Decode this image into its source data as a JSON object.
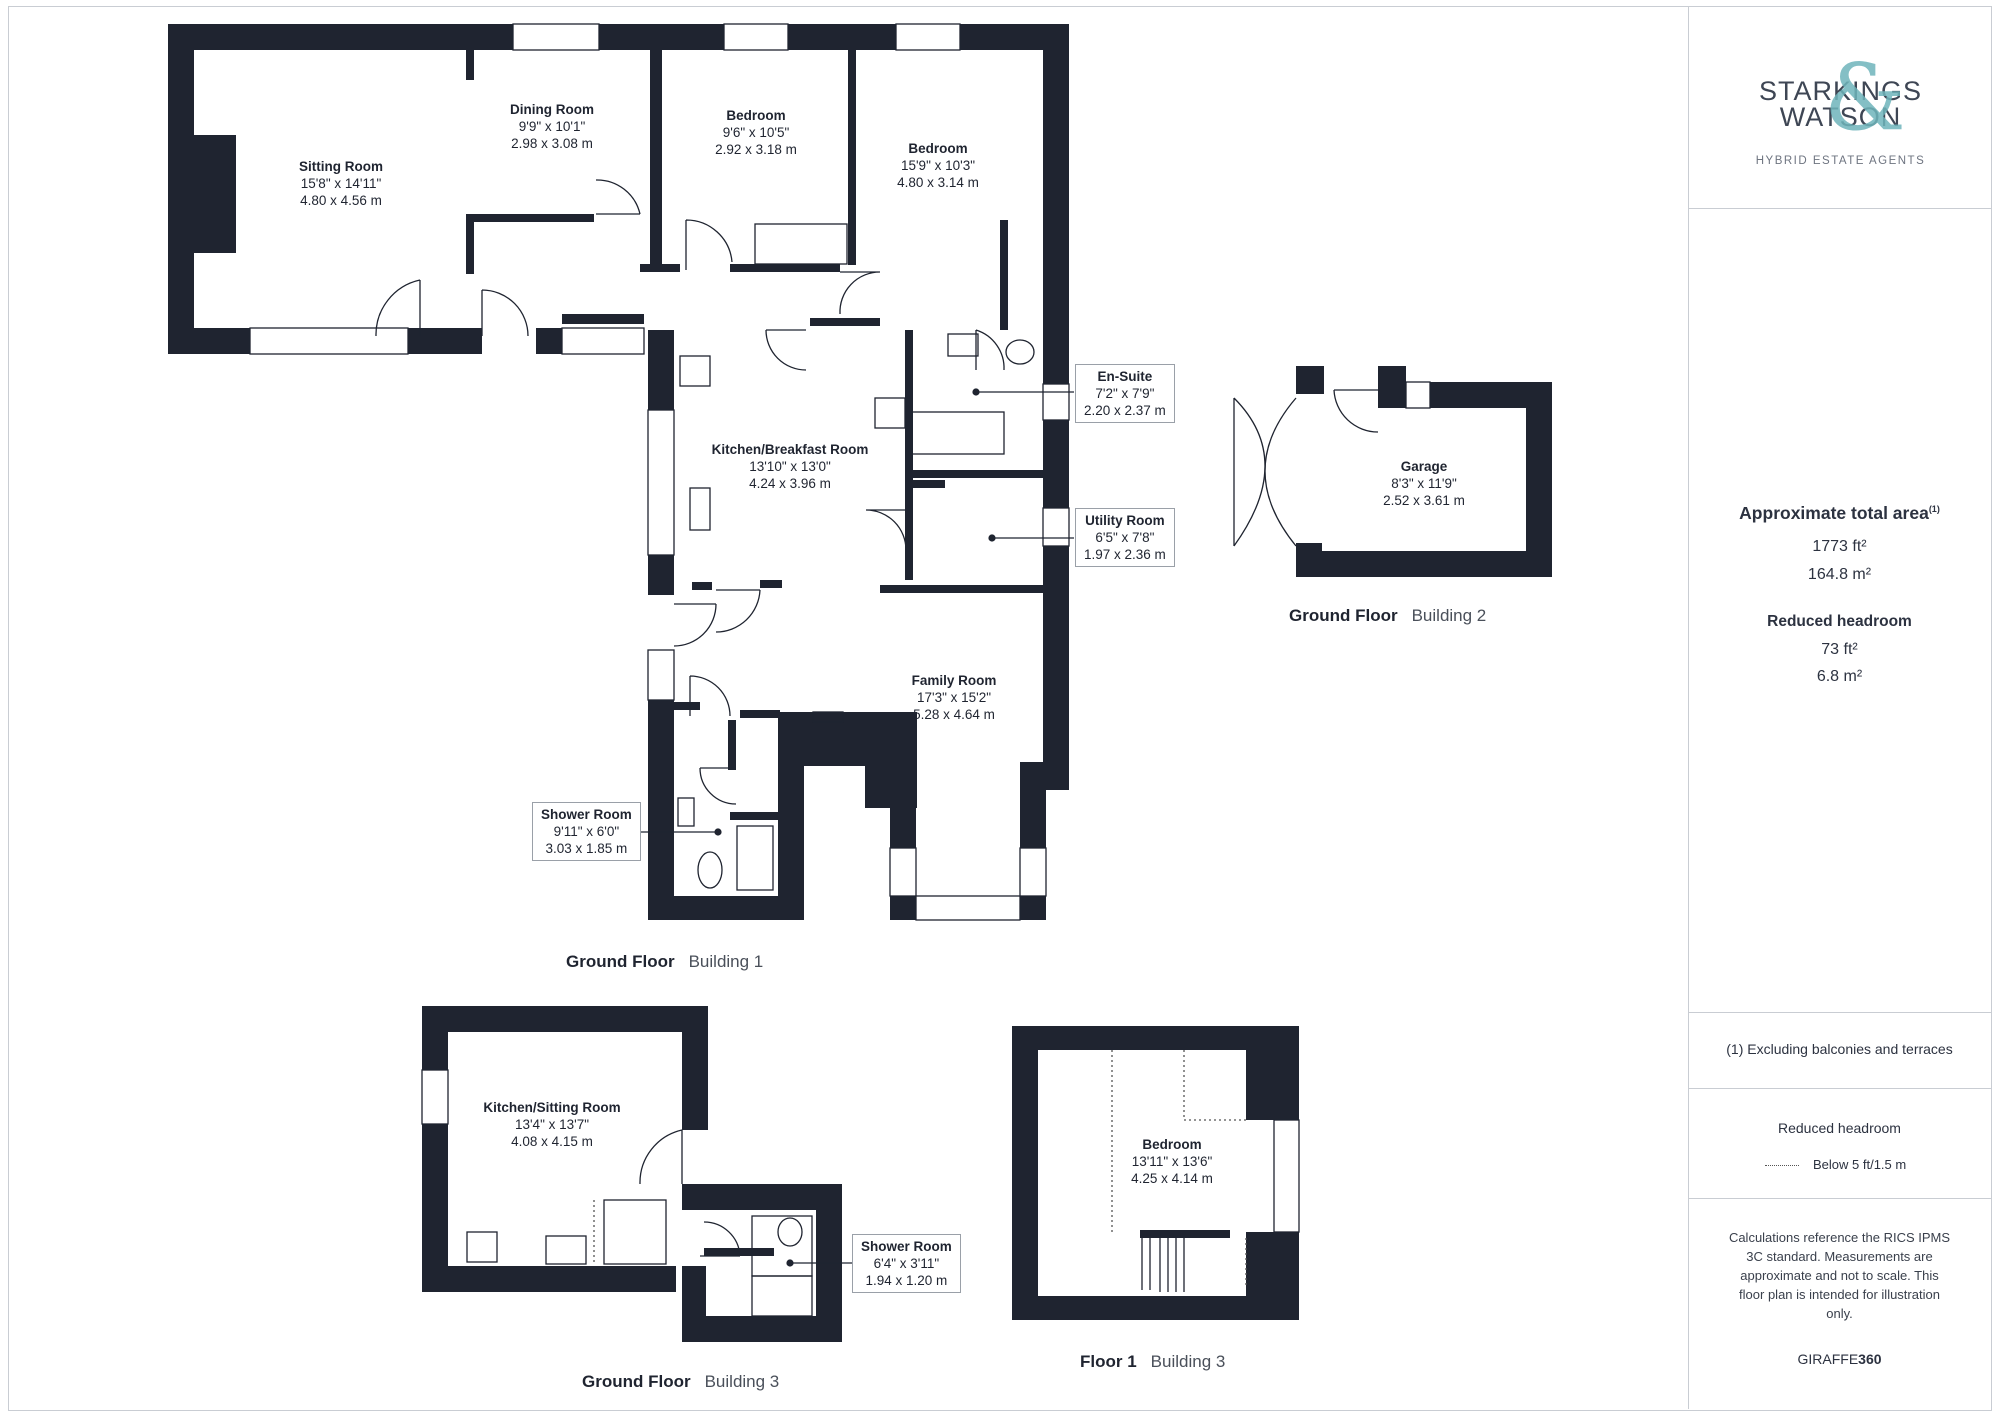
{
  "brand": {
    "line1": "STARKINGS",
    "line2": "WATSON",
    "ampersand": "&",
    "tagline": "HYBRID ESTATE AGENTS",
    "colors": {
      "primary": "#3e4654",
      "accent": "#6fb5bb"
    }
  },
  "area": {
    "title": "Approximate total area",
    "footnote_mark": "(1)",
    "ft2": "1773 ft²",
    "m2": "164.8 m²"
  },
  "reduced": {
    "title": "Reduced headroom",
    "ft2": "73 ft²",
    "m2": "6.8 m²"
  },
  "footnote": "(1) Excluding balconies and terraces",
  "legend": {
    "title": "Reduced headroom",
    "item": "Below 5 ft/1.5 m"
  },
  "disclaimer": [
    "Calculations reference the RICS IPMS",
    "3C standard. Measurements are",
    "approximate and not to scale. This",
    "floor plan is intended for illustration",
    "only."
  ],
  "giraffe": {
    "a": "GIRAFFE",
    "b": "360"
  },
  "captions": {
    "b1": {
      "floor": "Ground Floor",
      "building": "Building 1"
    },
    "b2": {
      "floor": "Ground Floor",
      "building": "Building 2"
    },
    "b3g": {
      "floor": "Ground Floor",
      "building": "Building 3"
    },
    "b3f1": {
      "floor": "Floor 1",
      "building": "Building 3"
    }
  },
  "rooms": {
    "sitting": {
      "name": "Sitting Room",
      "imp": "15'8\" x 14'11\"",
      "met": "4.80 x 4.56 m"
    },
    "dining": {
      "name": "Dining Room",
      "imp": "9'9\" x 10'1\"",
      "met": "2.98 x 3.08 m"
    },
    "bed1": {
      "name": "Bedroom",
      "imp": "9'6\" x 10'5\"",
      "met": "2.92 x 3.18 m"
    },
    "bed2": {
      "name": "Bedroom",
      "imp": "15'9\" x 10'3\"",
      "met": "4.80 x 3.14 m"
    },
    "ensuite": {
      "name": "En-Suite",
      "imp": "7'2\" x 7'9\"",
      "met": "2.20 x 2.37 m"
    },
    "kitchen": {
      "name": "Kitchen/Breakfast Room",
      "imp": "13'10\" x 13'0\"",
      "met": "4.24 x 3.96 m"
    },
    "utility": {
      "name": "Utility Room",
      "imp": "6'5\" x 7'8\"",
      "met": "1.97 x 2.36 m"
    },
    "family": {
      "name": "Family Room",
      "imp": "17'3\" x 15'2\"",
      "met": "5.28 x 4.64 m"
    },
    "shower1": {
      "name": "Shower Room",
      "imp": "9'11\" x 6'0\"",
      "met": "3.03 x 1.85 m"
    },
    "garage": {
      "name": "Garage",
      "imp": "8'3\" x 11'9\"",
      "met": "2.52 x 3.61 m"
    },
    "kitsit": {
      "name": "Kitchen/Sitting Room",
      "imp": "13'4\" x 13'7\"",
      "met": "4.08 x 4.15 m"
    },
    "shower3": {
      "name": "Shower Room",
      "imp": "6'4\" x 3'11\"",
      "met": "1.94 x 1.20 m"
    },
    "bed3": {
      "name": "Bedroom",
      "imp": "13'11\" x 13'6\"",
      "met": "4.25 x 4.14 m"
    }
  }
}
